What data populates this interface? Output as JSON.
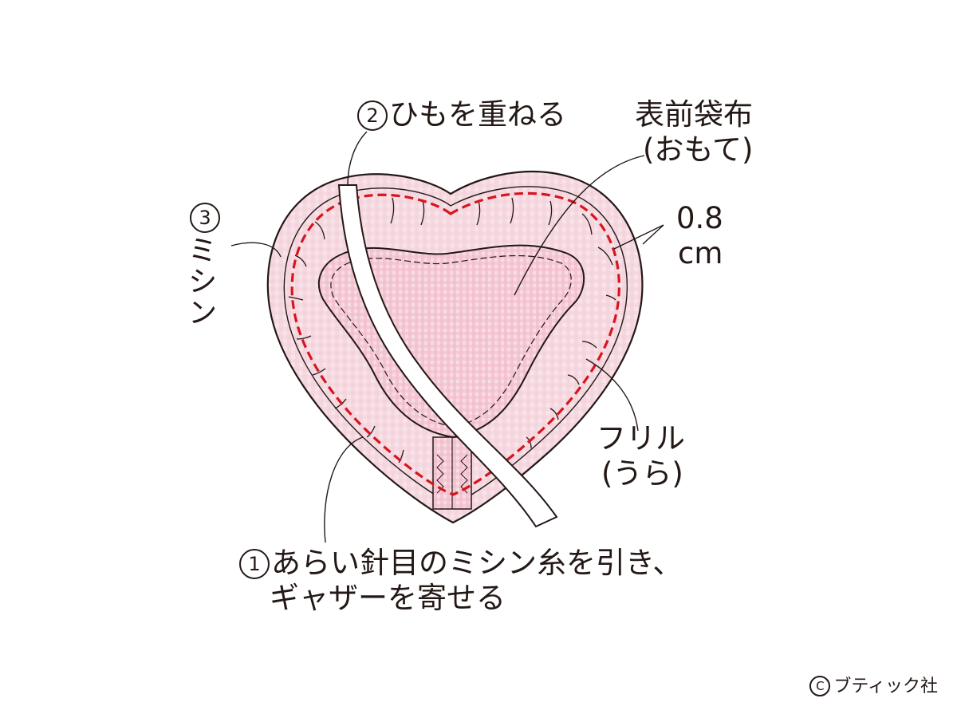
{
  "labels": {
    "step2_num": "2",
    "step2_text": "ひもを重ねる",
    "outer_bag_line1": "表前袋布",
    "outer_bag_line2": "(おもて)",
    "step3_num": "3",
    "step3_text": "ミシン",
    "margin_value": "0.8",
    "margin_unit": "cm",
    "frill_line1": "フリル",
    "frill_line2": "(うら)",
    "step1_num": "1",
    "step1_line1": "あらい針目のミシン糸を引き、",
    "step1_line2": "ギャザーを寄せる"
  },
  "credit": {
    "symbol": "C",
    "text": "ブティック社"
  },
  "colors": {
    "ink": "#231815",
    "stitch_red": "#d7151f",
    "frill_pink": "#f6d6de",
    "fabric_pink": "#f3c4cf",
    "bag_pink": "#f8dfe5"
  }
}
